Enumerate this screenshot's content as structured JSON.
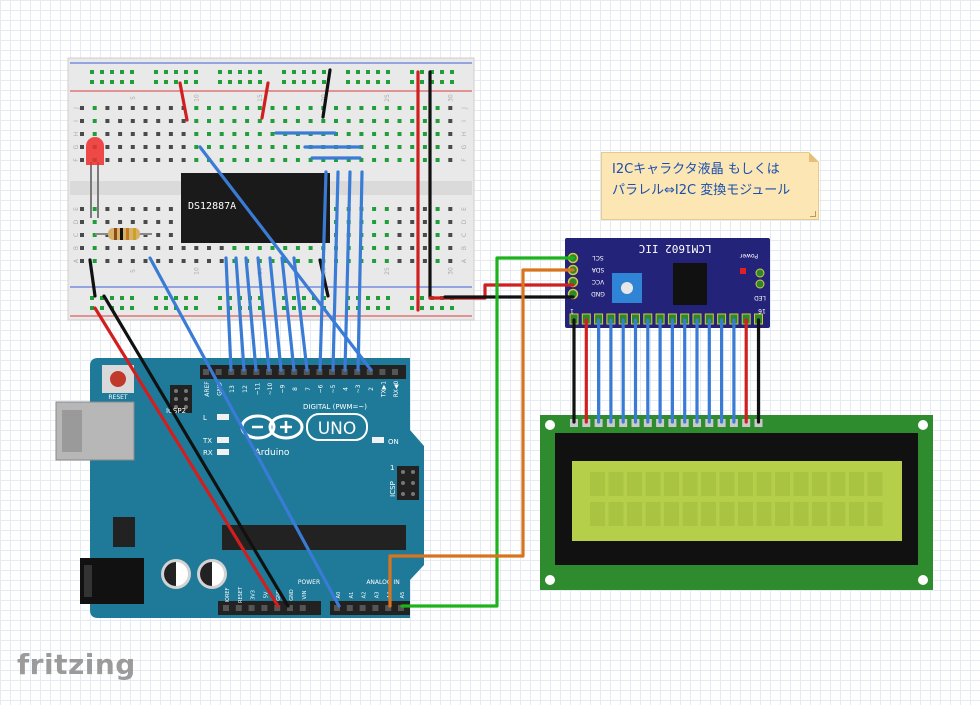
{
  "breadboard": {
    "column_numbers": [
      "5",
      "10",
      "15",
      "20",
      "25",
      "30"
    ],
    "row_letters_top": [
      "J",
      "I",
      "H",
      "G",
      "F"
    ],
    "row_letters_bottom": [
      "E",
      "D",
      "C",
      "B",
      "A"
    ]
  },
  "chip": {
    "label": "DS12887A"
  },
  "note": {
    "line1": "I2Cキャラクタ液晶 もしくは",
    "line2": "パラレル⇔I2C 変換モジュール"
  },
  "i2c_module": {
    "title": "LCM1602 IIC",
    "pins": [
      "SCL",
      "SDA",
      "VCC",
      "GND"
    ],
    "power_label": "Power",
    "led_label": "LED",
    "pin_left_number": "1",
    "pin_right_number": "16"
  },
  "arduino": {
    "model": "UNO",
    "brand": "Arduino",
    "reset_label": "RESET",
    "icsp2_label": "ICSP2",
    "icsp_label": "ICSP",
    "led_labels": [
      "L",
      "TX",
      "RX"
    ],
    "on_label": "ON",
    "digital_label": "DIGITAL (PWM=~)",
    "digital_pins": [
      "AREF",
      "GND",
      "13",
      "12",
      "~11",
      "~10",
      "~9",
      "8",
      "7",
      "~6",
      "~5",
      "4",
      "~3",
      "2",
      "TX▶1",
      "RX◀0"
    ],
    "power_label": "POWER",
    "power_pins": [
      "IOREF",
      "RESET",
      "3V3",
      "5V",
      "GND",
      "GND",
      "VIN"
    ],
    "analog_label": "ANALOG IN",
    "analog_pins": [
      "A0",
      "A1",
      "A2",
      "A3",
      "A4",
      "A5"
    ]
  },
  "logo": {
    "text": "fritzing"
  },
  "colors": {
    "wire_blue": "#3a7bd5",
    "wire_red": "#d11f1f",
    "wire_black": "#111111",
    "wire_green": "#1db31d",
    "wire_orange": "#d9741e",
    "arduino_teal": "#1f7a99",
    "lcd_green": "#2e8b2e",
    "lcd_screen": "#b5cf4a",
    "module_navy": "#23237a",
    "note_bg": "#fbe6b4"
  }
}
